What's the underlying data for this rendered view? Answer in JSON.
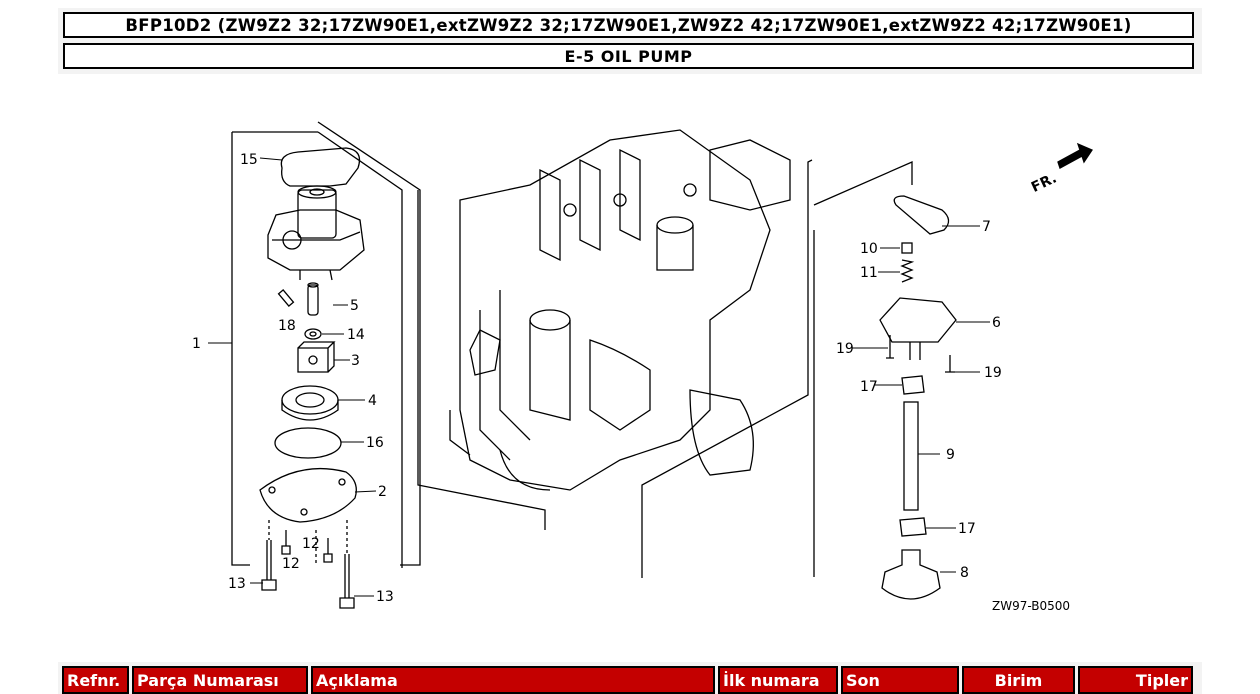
{
  "header": {
    "model_title": "BFP10D2 (ZW9Z2 32;17ZW90E1,extZW9Z2 32;17ZW90E1,ZW9Z2 42;17ZW90E1,extZW9Z2 42;17ZW90E1)",
    "section_title": "E-5 OIL PUMP"
  },
  "diagram": {
    "direction_label": "FR.",
    "drawing_code": "ZW97-B0500",
    "callouts": {
      "c1": "1",
      "c2": "2",
      "c3": "3",
      "c4": "4",
      "c5": "5",
      "c6": "6",
      "c7": "7",
      "c8": "8",
      "c9": "9",
      "c10": "10",
      "c11": "11",
      "c12a": "12",
      "c12b": "12",
      "c13a": "13",
      "c13b": "13",
      "c14": "14",
      "c15": "15",
      "c16": "16",
      "c17a": "17",
      "c17b": "17",
      "c18": "18",
      "c19a": "19",
      "c19b": "19"
    }
  },
  "parts_table": {
    "columns": [
      "Refnr.",
      "Parça Numarası",
      "Açıklama",
      "İlk numara",
      "Son",
      "Birim",
      "Tipler"
    ]
  }
}
